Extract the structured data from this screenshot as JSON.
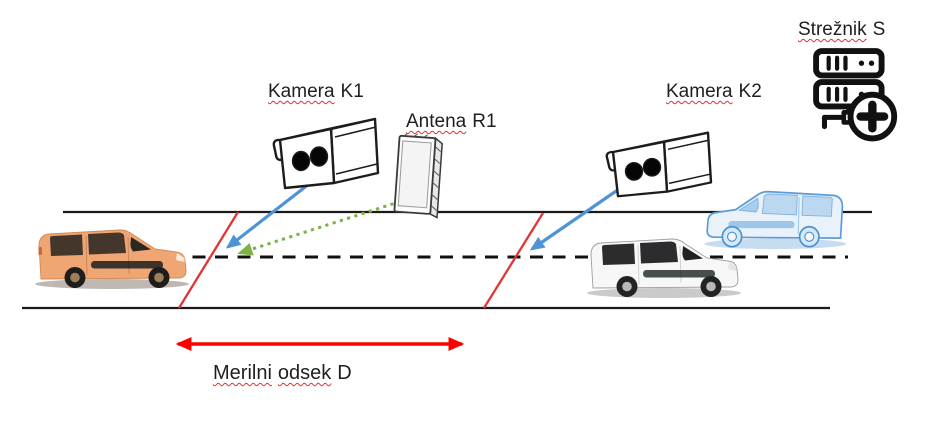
{
  "labels": {
    "camera1": {
      "misspelled": "Kamera",
      "rest": "K1"
    },
    "antenna": {
      "misspelled": "Antena",
      "rest": "R1"
    },
    "camera2": {
      "misspelled": "Kamera",
      "rest": "K2"
    },
    "server": {
      "misspelled": "Strežnik",
      "rest": "S"
    },
    "measure": {
      "misspelled1": "Merilni",
      "misspelled2": "odsek",
      "rest": "D"
    }
  },
  "colors": {
    "camera_ray_blue": "#4f93d6",
    "antenna_ray_green": "#7cb342",
    "section_line_red": "#e23434",
    "measure_arrow_red": "#ff0000",
    "road_black": "#1a1a1a",
    "misspell_underline": "#e03131",
    "orange_van": "#efa673",
    "white_van": "#f7f7f7",
    "blue_van_sketch": "#e9f2fb"
  },
  "icons": {
    "camera1": "stereo-camera-icon",
    "camera2": "stereo-camera-icon",
    "antenna": "antenna-panel-icon",
    "server": "server-plus-icon",
    "measure_arrow": "double-headed-arrow"
  }
}
